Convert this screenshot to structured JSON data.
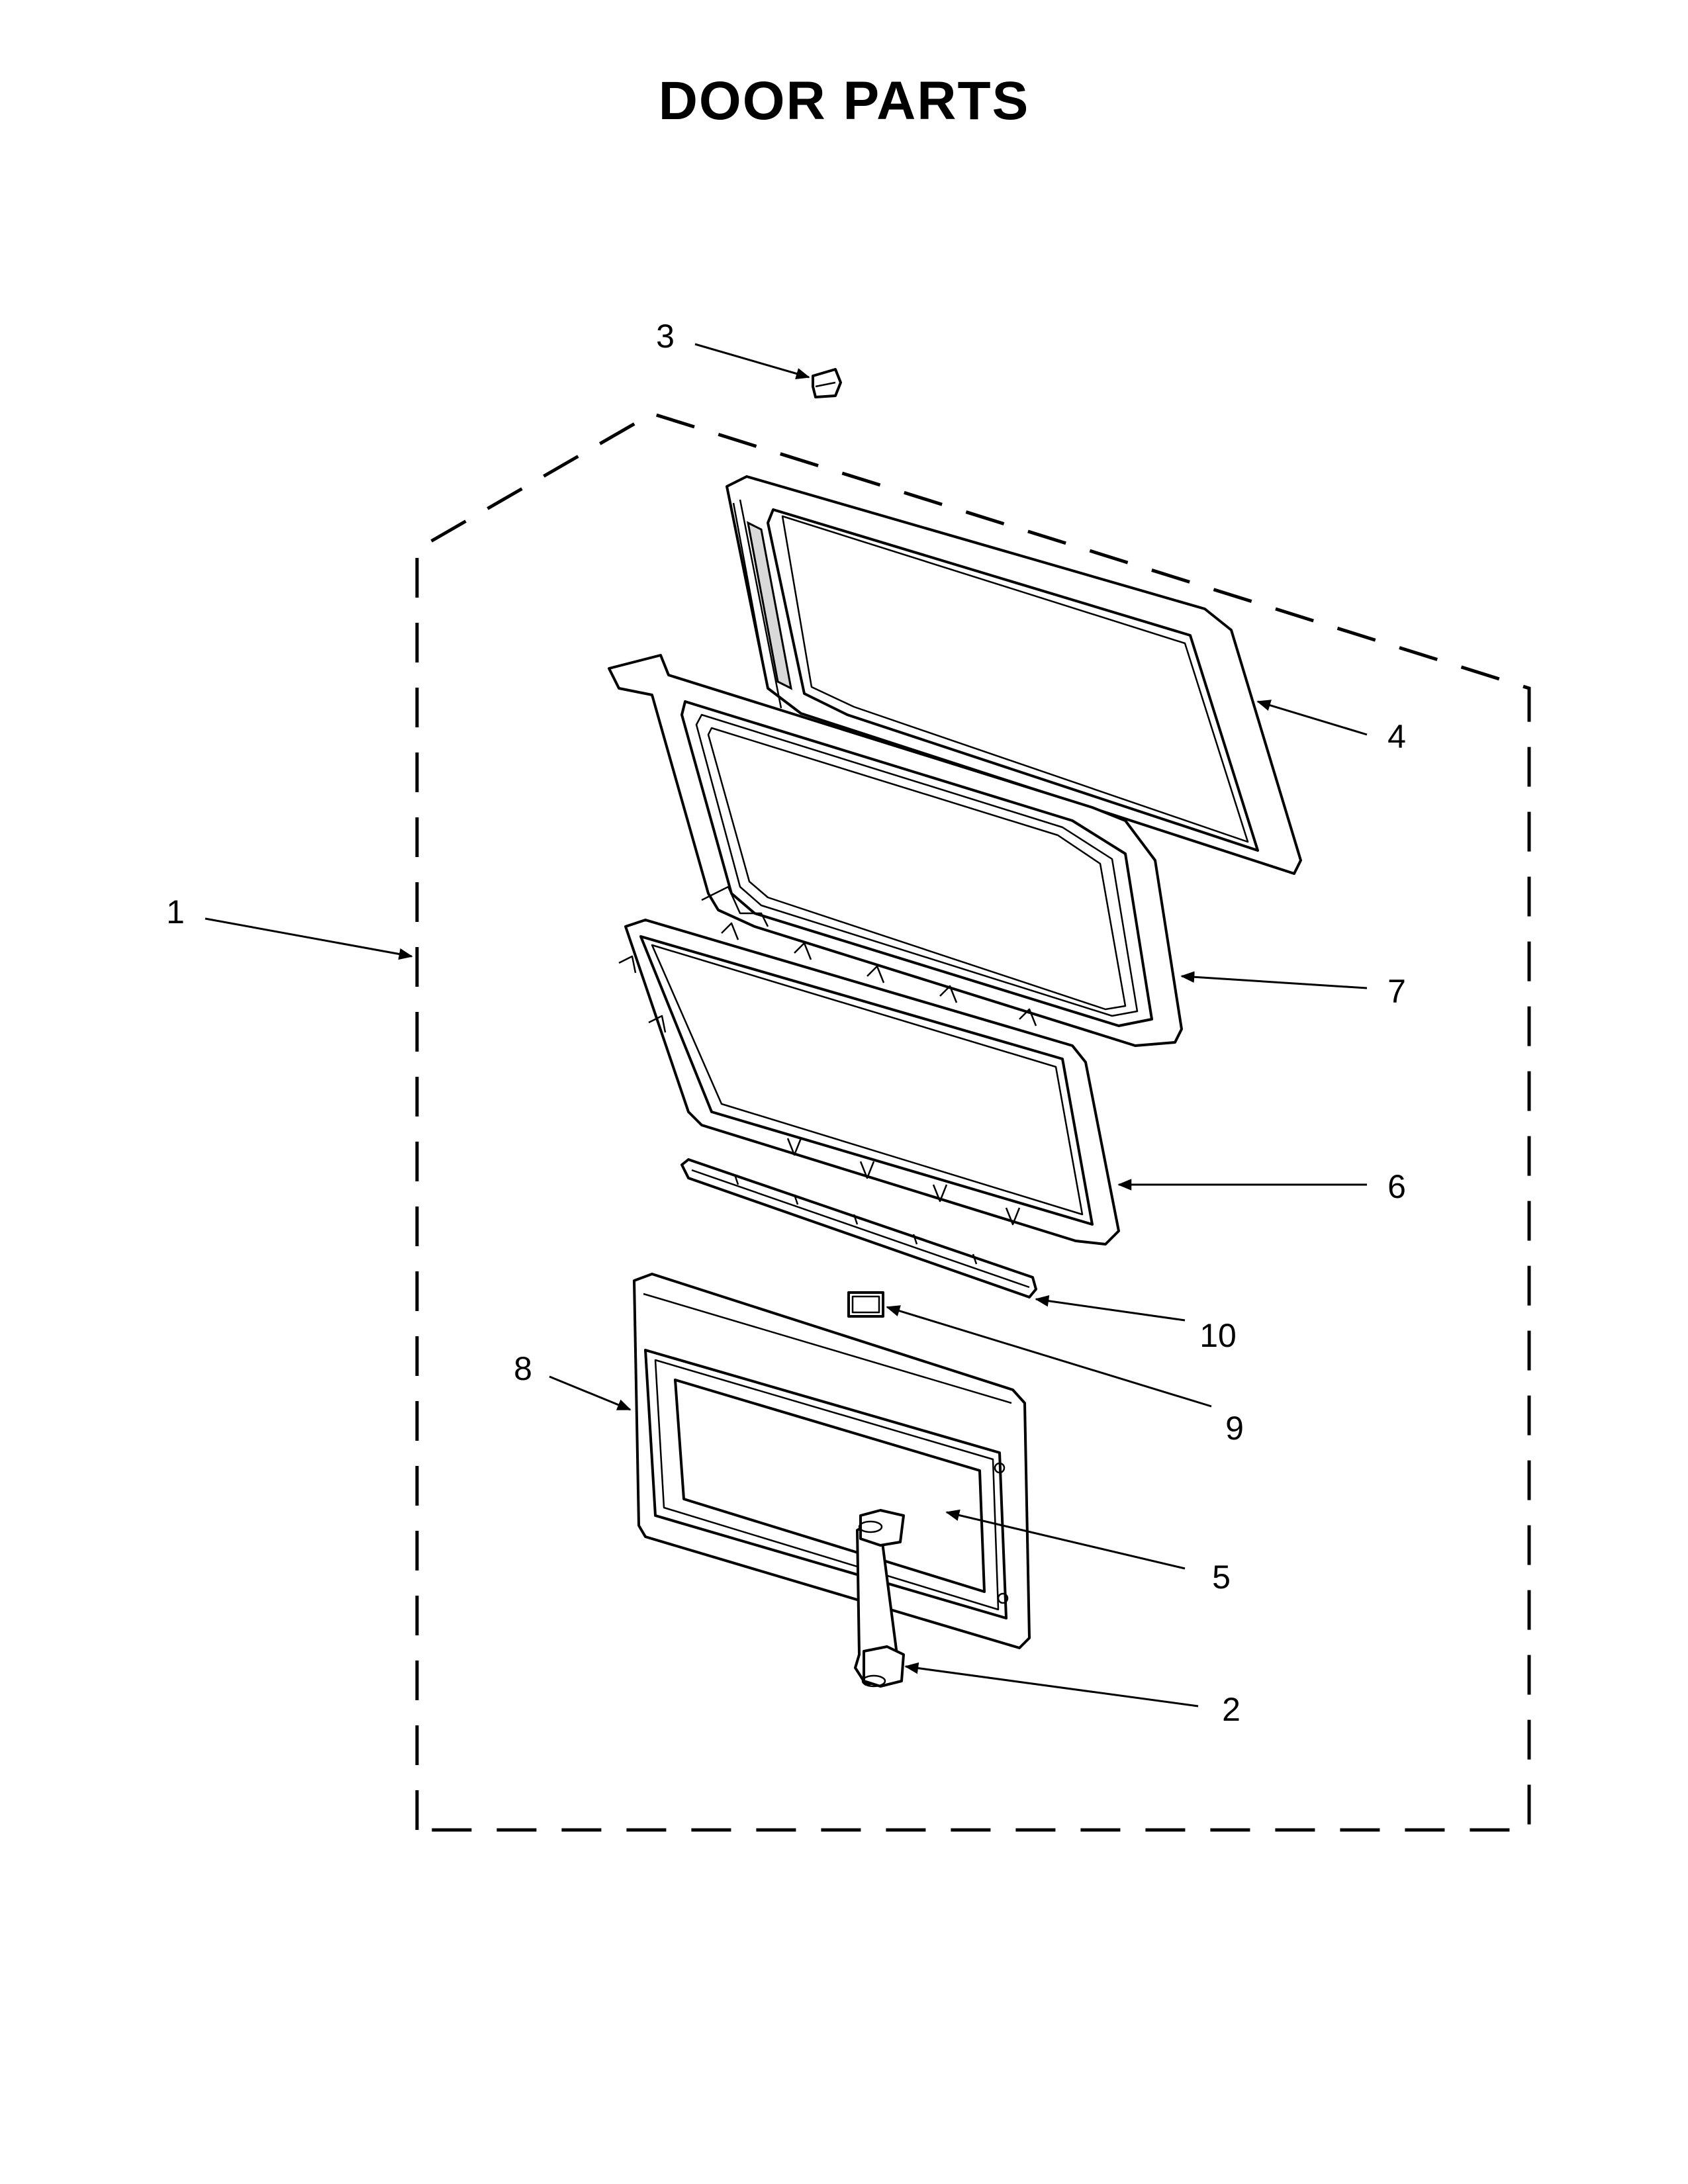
{
  "title": "DOOR PARTS",
  "callouts": {
    "c1": "1",
    "c2": "2",
    "c3": "3",
    "c4": "4",
    "c5": "5",
    "c6": "6",
    "c7": "7",
    "c8": "8",
    "c9": "9",
    "c10": "10"
  }
}
